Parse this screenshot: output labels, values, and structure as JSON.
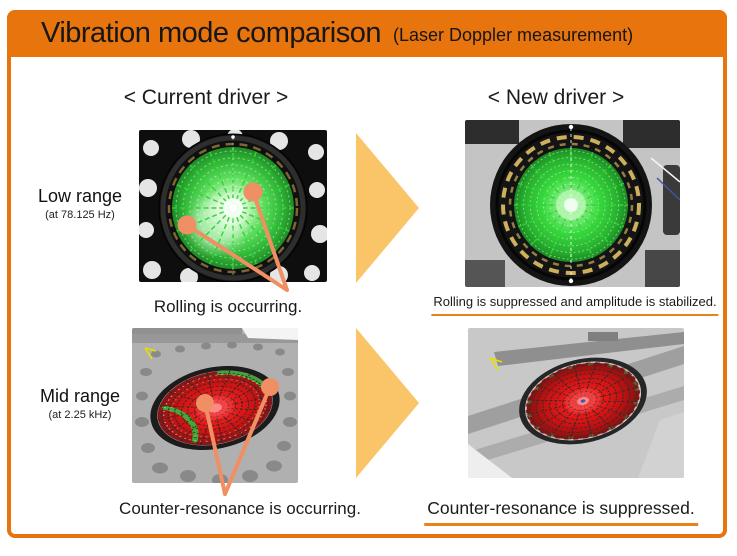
{
  "title": {
    "main": "Vibration mode comparison",
    "sub": "(Laser Doppler measurement)"
  },
  "columns": {
    "current": "< Current driver >",
    "new": "< New driver >"
  },
  "rows": {
    "low": {
      "label": "Low range",
      "freq": "(at 78.125 Hz)"
    },
    "mid": {
      "label": "Mid range",
      "freq": "(at 2.25 kHz)"
    }
  },
  "captions": {
    "low_current": "Rolling is occurring.",
    "low_new": "Rolling is suppressed and amplitude is stabilized.",
    "mid_current": "Counter-resonance is occurring.",
    "mid_new": "Counter-resonance is suppressed."
  },
  "colors": {
    "frame_orange": "#E8740E",
    "arrow_amber": "#FAC468",
    "callout_orange": "#EF8F63",
    "underline_orange": "#E8821A",
    "title_text": "#161616",
    "vibration_green": "#35D23B",
    "vibration_red": "#E01818"
  }
}
